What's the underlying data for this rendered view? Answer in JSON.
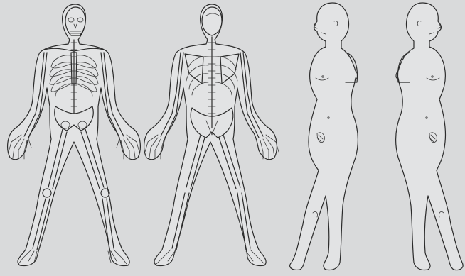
{
  "image": {
    "background": "#d9dadb",
    "line_color": "#2b2b2b",
    "figures": [
      {
        "view": "skeleton-front",
        "icon": "skeleton-front-figure"
      },
      {
        "view": "skeleton-back",
        "icon": "skeleton-back-figure"
      },
      {
        "view": "body-left-profile",
        "icon": "body-profile-left-figure"
      },
      {
        "view": "body-right-profile",
        "icon": "body-profile-right-figure"
      }
    ]
  }
}
